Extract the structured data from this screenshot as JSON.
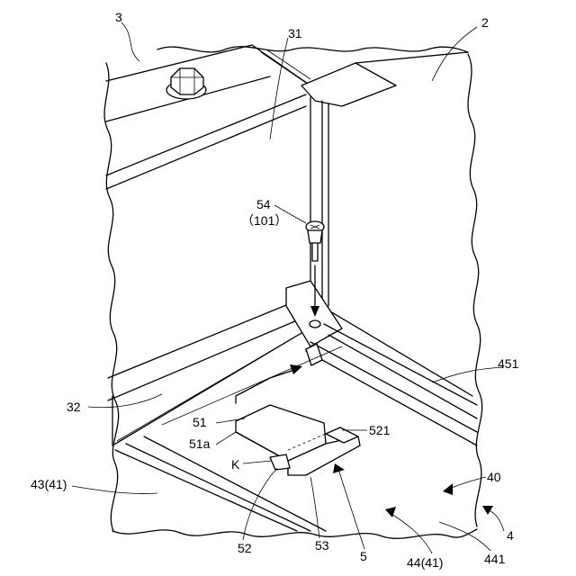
{
  "figure": {
    "labels": {
      "l3": "3",
      "l31": "31",
      "l2": "2",
      "l54": "54",
      "l101": "（101）",
      "l451": "451",
      "l32": "32",
      "l51": "51",
      "l521": "521",
      "l51a": "51a",
      "lK": "K",
      "l40": "40",
      "l43": "43(41)",
      "l4": "4",
      "l52": "52",
      "l53": "53",
      "l5": "5",
      "l44": "44(41)",
      "l441": "441"
    }
  }
}
